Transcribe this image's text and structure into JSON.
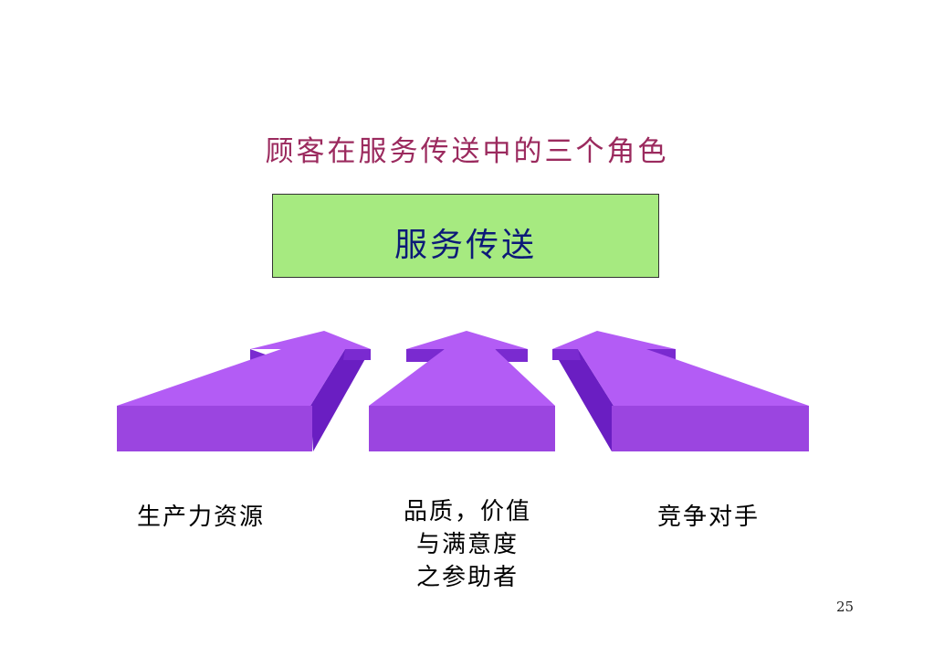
{
  "slide": {
    "title": "顾客在服务传送中的三个角色",
    "center_box": "服务传送",
    "labels": {
      "left": "生产力资源",
      "middle_line1": "品质，价值",
      "middle_line2": "与满意度",
      "middle_line3": "之参助者",
      "right": "竞争对手"
    },
    "page_number": "25"
  },
  "colors": {
    "title": "#9b2a5e",
    "box_fill": "#a6ea80",
    "box_text": "#0d1a78",
    "arrow_top": "#b35cf5",
    "arrow_front": "#9b45e0",
    "arrow_side": "#6a1ec2"
  }
}
